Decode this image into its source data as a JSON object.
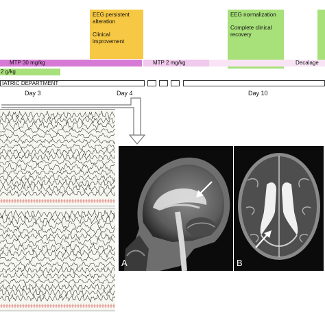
{
  "colors": {
    "note_alteration": "#f7c843",
    "note_normalization": "#a8e07a",
    "note_edge": "#a8e07a",
    "mtp_high": "#d67ad6",
    "mtp_low": "#f0c9ec",
    "mtp_low_tail": "#f8e4f5",
    "gkg": "#a8e07a",
    "arrow": "#777777",
    "eeg_background": "#f7f7f1",
    "eeg_trace": "#2b2b2b",
    "eeg_marker": "#d84a4a",
    "mri_background": "#0b0b0b"
  },
  "notes": {
    "alteration": {
      "line1": "EEG persistent alteration",
      "line2": "Clinical improvement"
    },
    "normalization": {
      "line1": "EEG normalization",
      "line2": "Complete clinical recovery"
    }
  },
  "treatment": {
    "mtp_high": "MTP 30 mg/kg",
    "mtp_low": "MTP 2 mg/kg",
    "decalage": "Decalage",
    "gkg": "2 g/kg"
  },
  "department": {
    "label": "IATRIC DEPARTMENT"
  },
  "days": {
    "day3": "Day 3",
    "day4": "Day 4",
    "day10": "Day 10"
  },
  "eeg_panels": [
    {
      "id": "top",
      "channels": 16
    },
    {
      "id": "bottom",
      "channels": 16
    }
  ],
  "mri": {
    "a": {
      "label": "A",
      "view": "sagittal"
    },
    "b": {
      "label": "B",
      "view": "axial"
    }
  },
  "icons": {
    "connector": "elbow-arrow-icon",
    "lesion_pointer": "pointer-arrow-icon"
  }
}
